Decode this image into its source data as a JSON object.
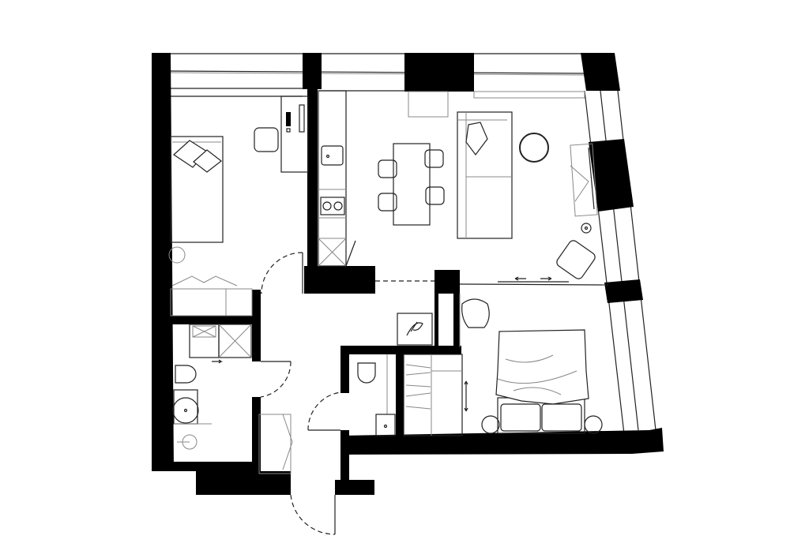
{
  "colors": {
    "background": "#ffffff",
    "walls": "#000000",
    "furniture_lines": "#222222",
    "secondary_lines": "#888888"
  },
  "rooms": [
    {
      "id": "bedroom-study"
    },
    {
      "id": "kitchen-living"
    },
    {
      "id": "bedroom"
    },
    {
      "id": "bathroom"
    },
    {
      "id": "toilet"
    },
    {
      "id": "hallway"
    }
  ]
}
